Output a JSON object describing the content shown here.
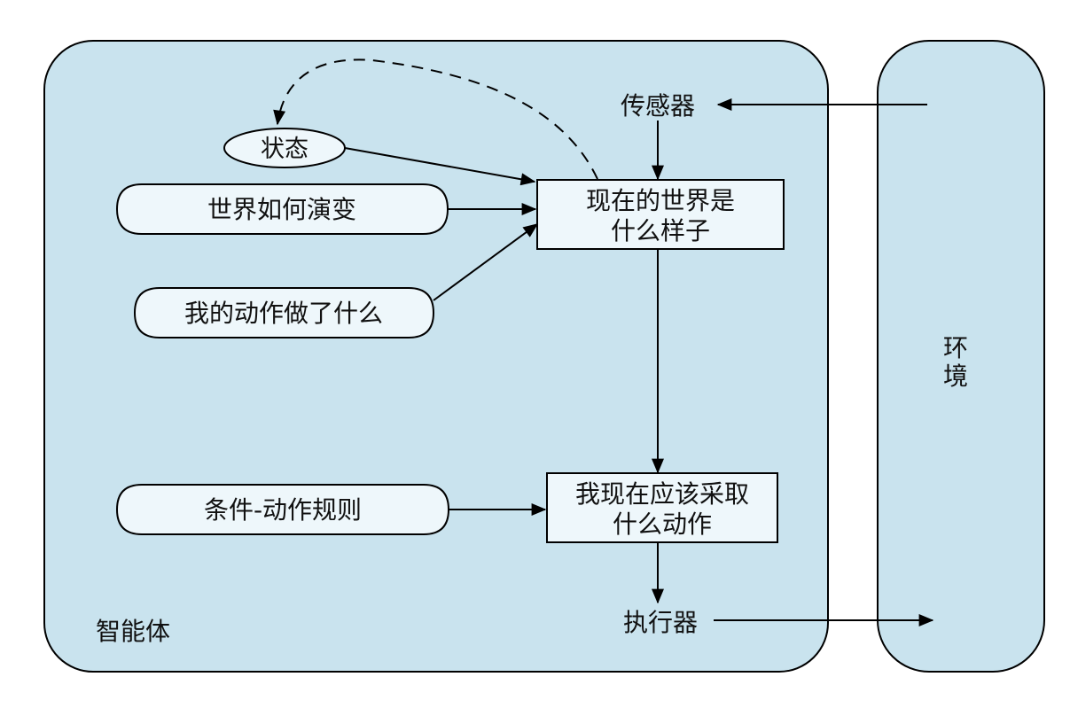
{
  "colors": {
    "panel_fill": "#c9e3ee",
    "box_fill": "#eef7fb",
    "line": "#000000"
  },
  "agent": {
    "label": "智能体"
  },
  "environment": {
    "label_line1": "环",
    "label_line2": "境"
  },
  "sensor": {
    "label": "传感器"
  },
  "actuator": {
    "label": "执行器"
  },
  "state": {
    "label": "状态"
  },
  "memory": {
    "world_evolution": "世界如何演变",
    "action_effects": "我的动作做了什么",
    "condition_action_rules": "条件-动作规则"
  },
  "processes": {
    "world_now_line1": "现在的世界是",
    "world_now_line2": "什么样子",
    "decide_line1": "我现在应该采取",
    "decide_line2": "什么动作"
  },
  "icons": {
    "arrowhead": "arrowhead-icon"
  }
}
